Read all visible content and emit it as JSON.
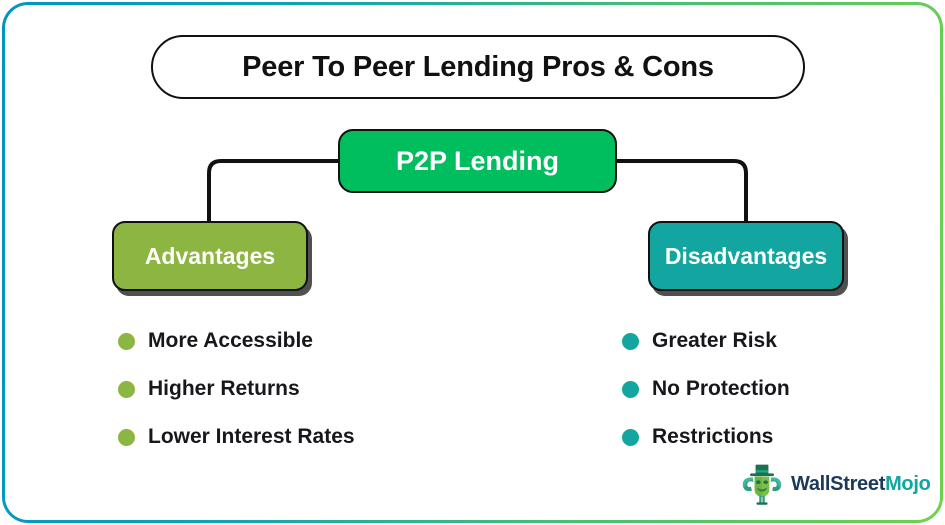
{
  "title": "Peer To Peer Lending Pros & Cons",
  "diagram": {
    "root": {
      "label": "P2P Lending",
      "color": "#00BD5E"
    },
    "branches": [
      {
        "id": "advantages",
        "label": "Advantages",
        "color": "#8CB541",
        "items": [
          "More Accessible",
          "Higher Returns",
          "Lower Interest Rates"
        ]
      },
      {
        "id": "disadvantages",
        "label": "Disadvantages",
        "color": "#13A6A0",
        "items": [
          "Greater Risk",
          "No Protection",
          "Restrictions"
        ]
      }
    ],
    "connector_color": "#111111"
  },
  "logo": {
    "text_primary": "WallStreet",
    "text_secondary": "Mojo",
    "color_primary": "#1B3A5B",
    "color_secondary": "#10A6A1",
    "mark": "wallstreetmojo-mascot-icon"
  },
  "frame": {
    "gradient_start": "#0096C2",
    "gradient_end": "#6FD24A"
  }
}
